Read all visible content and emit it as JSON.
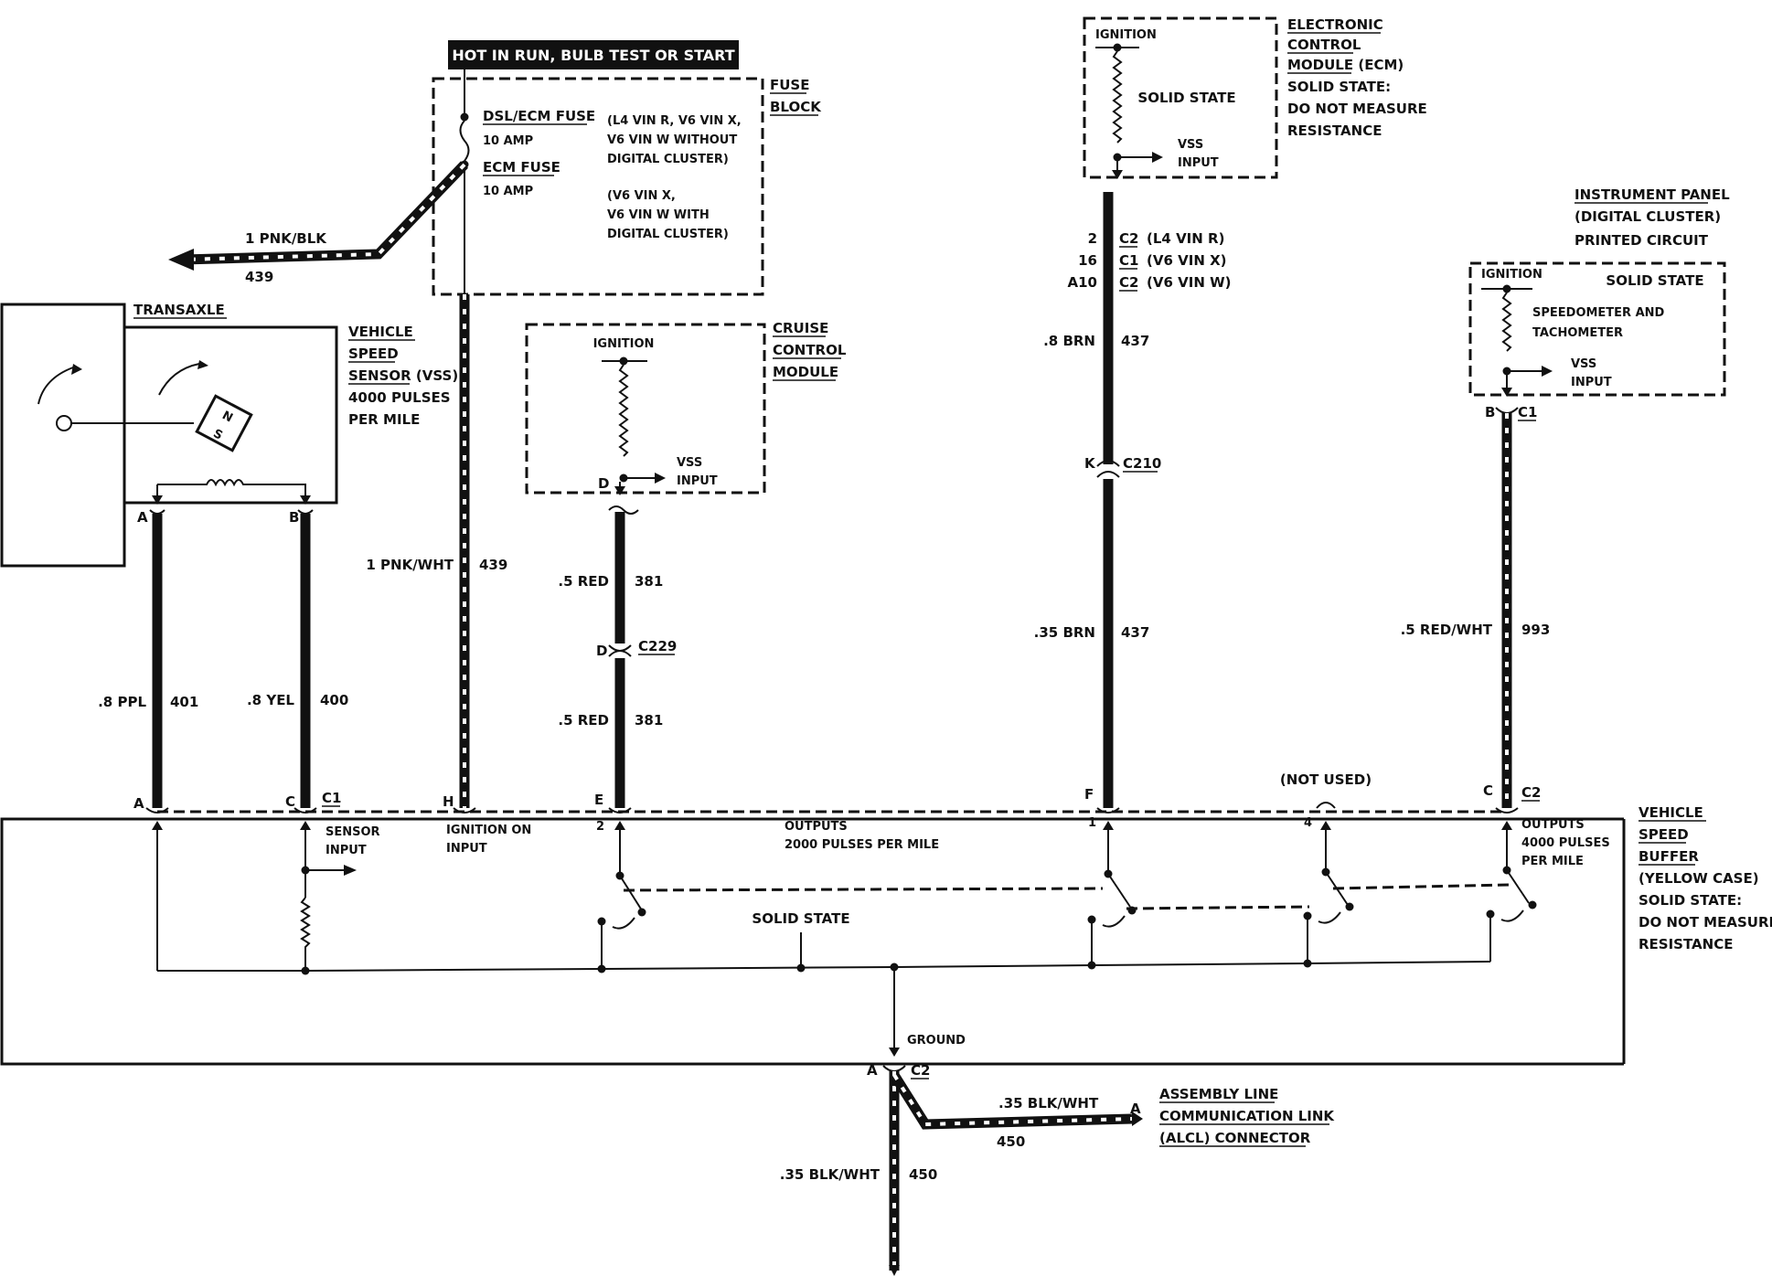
{
  "header": {
    "text": "HOT IN RUN, BULB TEST OR START"
  },
  "fuse_block": {
    "label": [
      "FUSE",
      "BLOCK"
    ],
    "dsl_fuse": "DSL/ECM FUSE",
    "dsl_amp": "10 AMP",
    "ecm_fuse": "ECM FUSE",
    "ecm_amp": "10 AMP",
    "note1": [
      "(L4 VIN R, V6 VIN X,",
      "V6 VIN W WITHOUT",
      "DIGITAL CLUSTER)"
    ],
    "note2": [
      "(V6 VIN X,",
      "V6 VIN W WITH",
      "DIGITAL CLUSTER)"
    ]
  },
  "feed_wire": {
    "label": "1 PNK/BLK",
    "circuit": "439"
  },
  "ign_wire": {
    "label": "1 PNK/WHT",
    "circuit": "439"
  },
  "transaxle": {
    "label": "TRANSAXLE",
    "pin_a": "A",
    "pin_b": "B"
  },
  "vss": {
    "label": [
      "VEHICLE",
      "SPEED",
      "SENSOR (VSS)",
      "4000 PULSES",
      "PER MILE"
    ],
    "magnet_n": "N",
    "magnet_s": "S"
  },
  "wire_401": {
    "label": ".8 PPL",
    "circuit": "401"
  },
  "wire_400": {
    "label": ".8 YEL",
    "circuit": "400"
  },
  "cruise": {
    "label": [
      "CRUISE",
      "CONTROL",
      "MODULE"
    ],
    "ignition": "IGNITION",
    "vss_input": [
      "VSS",
      "INPUT"
    ],
    "pin": "D"
  },
  "wire_381a": {
    "label": ".5 RED",
    "circuit": "381"
  },
  "c229": {
    "pin": "D",
    "name": "C229"
  },
  "wire_381b": {
    "label": ".5 RED",
    "circuit": "381"
  },
  "ecm": {
    "label": [
      "ELECTRONIC",
      "CONTROL",
      "MODULE (ECM)",
      "SOLID STATE:",
      "DO NOT MEASURE",
      "RESISTANCE"
    ],
    "ignition": "IGNITION",
    "solid_state": "SOLID STATE",
    "vss_input": [
      "VSS",
      "INPUT"
    ],
    "pins": [
      {
        "pin": "2",
        "conn": "C2",
        "note": "(L4 VIN R)"
      },
      {
        "pin": "16",
        "conn": "C1",
        "note": "(V6 VIN X)"
      },
      {
        "pin": "A10",
        "conn": "C2",
        "note": "(V6 VIN W)"
      }
    ]
  },
  "wire_437a": {
    "label": ".8 BRN",
    "circuit": "437"
  },
  "c210": {
    "pin": "K",
    "name": "C210"
  },
  "wire_437b": {
    "label": ".35 BRN",
    "circuit": "437"
  },
  "ipc": {
    "label": [
      "INSTRUMENT PANEL",
      "(DIGITAL CLUSTER)",
      "PRINTED CIRCUIT"
    ],
    "ignition": "IGNITION",
    "solid_state": "SOLID STATE",
    "gauge": [
      "SPEEDOMETER AND",
      "TACHOMETER"
    ],
    "vss_input": [
      "VSS",
      "INPUT"
    ],
    "pin": "B",
    "conn": "C1"
  },
  "wire_993": {
    "label": ".5 RED/WHT",
    "circuit": "993"
  },
  "not_used": "(NOT USED)",
  "buffer": {
    "label": [
      "VEHICLE",
      "SPEED",
      "BUFFER",
      "(YELLOW CASE)",
      "SOLID STATE:",
      "DO NOT MEASURE",
      "RESISTANCE"
    ],
    "pins": {
      "a": "A",
      "c": "C",
      "c1": "C1",
      "h": "H",
      "e": "E",
      "f": "F",
      "c_right": "C",
      "c2": "C2"
    },
    "sensor_input": [
      "SENSOR",
      "INPUT"
    ],
    "ign_input": [
      "IGNITION ON",
      "INPUT"
    ],
    "out_2000": [
      "OUTPUTS",
      "2000 PULSES PER MILE"
    ],
    "out_4000": [
      "OUTPUTS",
      "4000 PULSES",
      "PER MILE"
    ],
    "solid_state": "SOLID STATE",
    "ground": "GROUND",
    "out_pins": [
      "2",
      "1",
      "4"
    ]
  },
  "ground_conn": {
    "pin": "A",
    "name": "C2"
  },
  "wire_450a": {
    "label": ".35 BLK/WHT",
    "circuit": "450"
  },
  "wire_450b": {
    "label": ".35 BLK/WHT",
    "circuit": "450"
  },
  "alcl": {
    "pin": "A",
    "label": [
      "ASSEMBLY LINE",
      "COMMUNICATION LINK",
      "(ALCL) CONNECTOR"
    ]
  }
}
